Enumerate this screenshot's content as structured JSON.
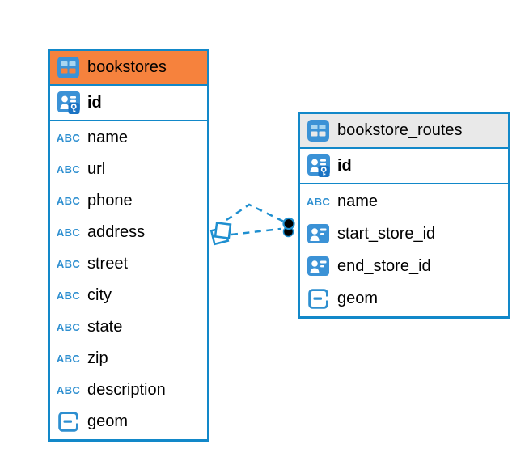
{
  "diagram": {
    "tables": [
      {
        "name": "bookstores",
        "highlighted": true,
        "header_color": "#f6823d",
        "table_icon": "table-icon",
        "primary_key": {
          "label": "id",
          "icon": "primary-key-icon"
        },
        "columns": [
          {
            "label": "name",
            "icon": "text-icon"
          },
          {
            "label": "url",
            "icon": "text-icon"
          },
          {
            "label": "phone",
            "icon": "text-icon"
          },
          {
            "label": "address",
            "icon": "text-icon"
          },
          {
            "label": "street",
            "icon": "text-icon"
          },
          {
            "label": "city",
            "icon": "text-icon"
          },
          {
            "label": "state",
            "icon": "text-icon"
          },
          {
            "label": "zip",
            "icon": "text-icon"
          },
          {
            "label": "description",
            "icon": "text-icon"
          },
          {
            "label": "geom",
            "icon": "geometry-icon"
          }
        ]
      },
      {
        "name": "bookstore_routes",
        "highlighted": false,
        "header_color": "#e9e9e9",
        "table_icon": "table-icon",
        "primary_key": {
          "label": "id",
          "icon": "primary-key-icon"
        },
        "columns": [
          {
            "label": "name",
            "icon": "text-icon"
          },
          {
            "label": "start_store_id",
            "icon": "reference-icon"
          },
          {
            "label": "end_store_id",
            "icon": "reference-icon"
          },
          {
            "label": "geom",
            "icon": "geometry-icon"
          }
        ]
      }
    ],
    "relationships": [
      {
        "from_table": "bookstore_routes",
        "from_column": "start_store_id",
        "to_table": "bookstores",
        "line_style": "dashed",
        "source_marker": "filled-circle",
        "target_marker": "diamond"
      },
      {
        "from_table": "bookstore_routes",
        "from_column": "end_store_id",
        "to_table": "bookstores",
        "line_style": "dashed",
        "source_marker": "filled-circle",
        "target_marker": "diamond"
      }
    ],
    "colors": {
      "table_border": "#1288c9",
      "selected_header": "#f6823d",
      "plain_header": "#e9e9e9",
      "icon_blue": "#3b92d6",
      "icon_cell_light": "#a9d6f0",
      "edge_blue": "#1e8fd0",
      "edge_dot": "#000000",
      "background": "#ffffff"
    }
  },
  "icons": {
    "text_glyph": "ABC"
  }
}
